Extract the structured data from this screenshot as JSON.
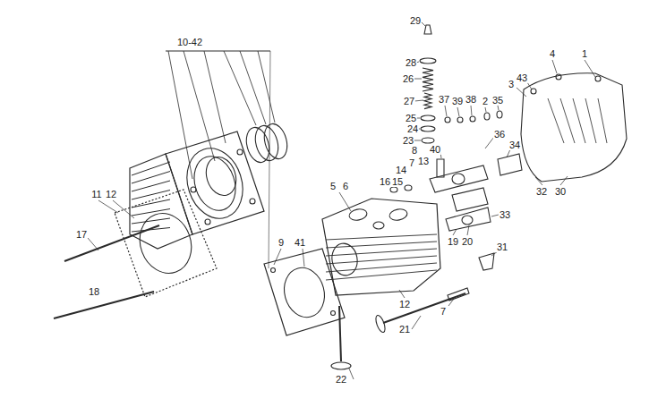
{
  "diagram": {
    "labels": [
      "29",
      "28",
      "26",
      "4",
      "1",
      "10-42",
      "43",
      "3",
      "27",
      "37",
      "39",
      "38",
      "2",
      "35",
      "25",
      "24",
      "36",
      "23",
      "34",
      "40",
      "8",
      "13",
      "7",
      "14",
      "16",
      "15",
      "5",
      "6",
      "32",
      "30",
      "11",
      "12",
      "33",
      "17",
      "19",
      "20",
      "9",
      "41",
      "31",
      "18",
      "12",
      "7",
      "21",
      "22"
    ]
  }
}
